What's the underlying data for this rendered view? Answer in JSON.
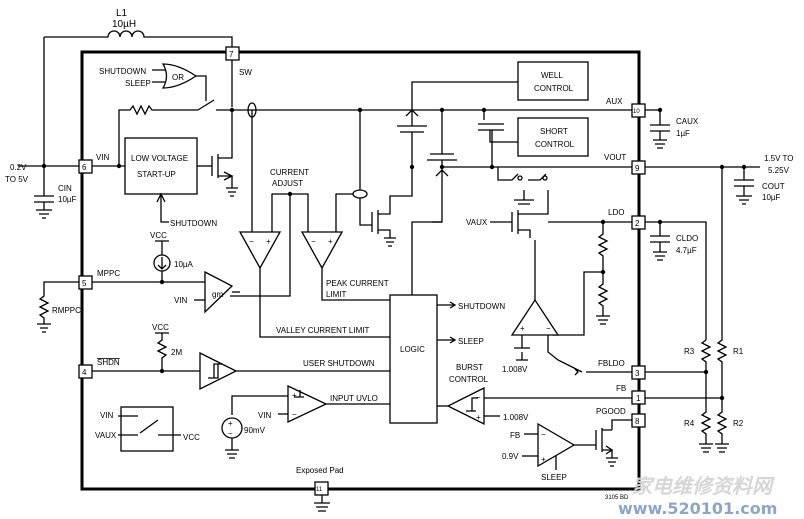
{
  "inductor": {
    "name": "L1",
    "value": "10µH"
  },
  "pins": {
    "sw": {
      "num": "7",
      "label": "SW"
    },
    "vin": {
      "num": "6",
      "label": "VIN"
    },
    "aux": {
      "num": "10",
      "label": "AUX"
    },
    "vout": {
      "num": "9",
      "label": "VOUT"
    },
    "ldo": {
      "num": "2",
      "label": "LDO"
    },
    "fbldo": {
      "num": "3",
      "label": "FBLDO"
    },
    "fb": {
      "num": "1",
      "label": "FB"
    },
    "pgood": {
      "num": "8",
      "label": "PGOOD"
    },
    "mppc": {
      "num": "5",
      "label": "MPPC"
    },
    "shdn": {
      "num": "4",
      "label": "SHDN"
    },
    "pad": {
      "num": "11",
      "label": "Exposed Pad"
    }
  },
  "blocks": {
    "or_gate": "OR",
    "well_control": [
      "WELL",
      "CONTROL"
    ],
    "short_control": [
      "SHORT",
      "CONTROL"
    ],
    "low_voltage_startup": [
      "LOW VOLTAGE",
      "START-UP"
    ],
    "logic": "LOGIC",
    "current_adjust": [
      "CURRENT",
      "ADJUST"
    ],
    "burst_control": [
      "BURST",
      "CONTROL"
    ]
  },
  "signals": {
    "shutdown": "SHUTDOWN",
    "sleep": "SLEEP",
    "peak_current_limit": [
      "PEAK CURRENT",
      "LIMIT"
    ],
    "valley_current_limit": "VALLEY CURRENT LIMIT",
    "user_shutdown": "USER SHUTDOWN",
    "input_uvlo": "INPUT UVLO",
    "logic_shutdown_out": "SHUTDOWN",
    "logic_sleep_out": "SLEEP",
    "startup_shutdown": "SHUTDOWN",
    "pgood_sleep": "SLEEP",
    "fb_input": "FB"
  },
  "sources": {
    "vcc1": "VCC",
    "current": "10µA",
    "vcc2": "VCC",
    "res_2m": "2M",
    "uvlo_ref": "90mV",
    "ldo_ref": "1.008V",
    "burst_ref": "1.008V",
    "pgood_ref": "0.9V",
    "vaux_in": "VAUX",
    "gm": "gm",
    "vin_in1": "VIN",
    "vin_in2": "VIN",
    "sel_vin": "VIN",
    "sel_vaux": "VAUX",
    "sel_vcc": "VCC"
  },
  "external": {
    "vin_range": [
      "0.2V",
      "TO 5V"
    ],
    "cin": {
      "name": "CIN",
      "value": "10µF"
    },
    "caux": {
      "name": "CAUX",
      "value": "1µF"
    },
    "vout_range": [
      "1.5V TO",
      "5.25V"
    ],
    "cout": {
      "name": "COUT",
      "value": "10µF"
    },
    "cldo": {
      "name": "CLDO",
      "value": "4.7µF"
    },
    "rmppc": "RMPPC",
    "r1": "R1",
    "r2": "R2",
    "r3": "R3",
    "r4": "R4"
  },
  "footer": {
    "code": "3105 BD",
    "watermark": "家电维修资料网",
    "watermark_url": "www.520101.com"
  }
}
